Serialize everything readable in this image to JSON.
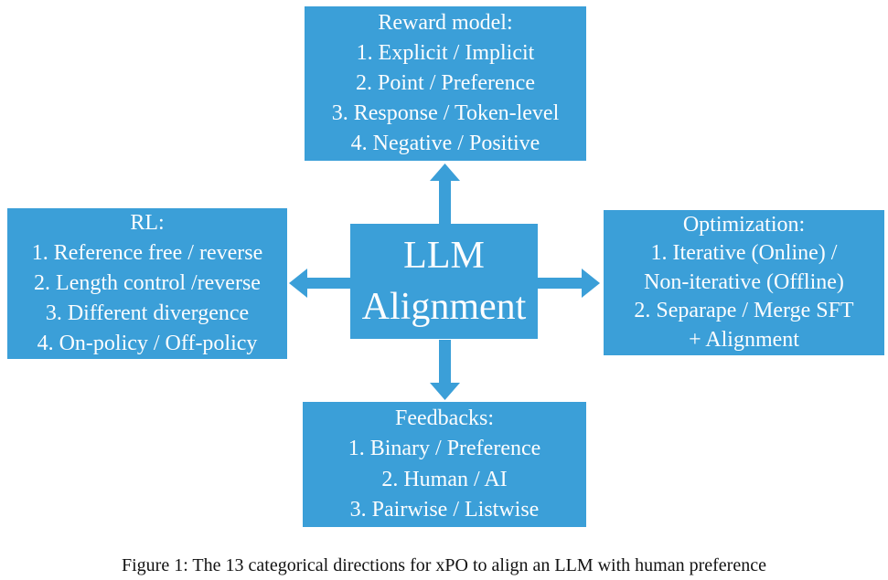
{
  "colors": {
    "box_fill": "#3b9fd8",
    "box_text": "#fcfdfe",
    "caption_text": "#121212",
    "background": "#ffffff"
  },
  "icons": {
    "arrow_up": "arrow-up-icon",
    "arrow_down": "arrow-down-icon",
    "arrow_left": "arrow-left-icon",
    "arrow_right": "arrow-right-icon"
  },
  "diagram": {
    "center_box": {
      "lines": [
        "LLM",
        "Alignment"
      ]
    },
    "reward_model_box": {
      "title": "Reward model:",
      "items": [
        "1. Explicit / Implicit",
        "2. Point / Preference",
        "3. Response / Token-level",
        "4. Negative / Positive"
      ]
    },
    "rl_box": {
      "title": "RL:",
      "items": [
        "1. Reference free / reverse",
        "2. Length control /reverse",
        "3. Different divergence",
        "4. On-policy / Off-policy"
      ]
    },
    "optimization_box": {
      "title": "Optimization:",
      "items": [
        "1. Iterative (Online) /",
        "Non-iterative (Offline)",
        "2. Separape / Merge SFT",
        "+ Alignment"
      ]
    },
    "feedbacks_box": {
      "title": "Feedbacks:",
      "items": [
        "1. Binary / Preference",
        "2. Human / AI",
        "3. Pairwise / Listwise"
      ]
    }
  },
  "caption": {
    "text": "Figure 1: The 13 categorical directions for xPO to align an LLM with human preference"
  }
}
